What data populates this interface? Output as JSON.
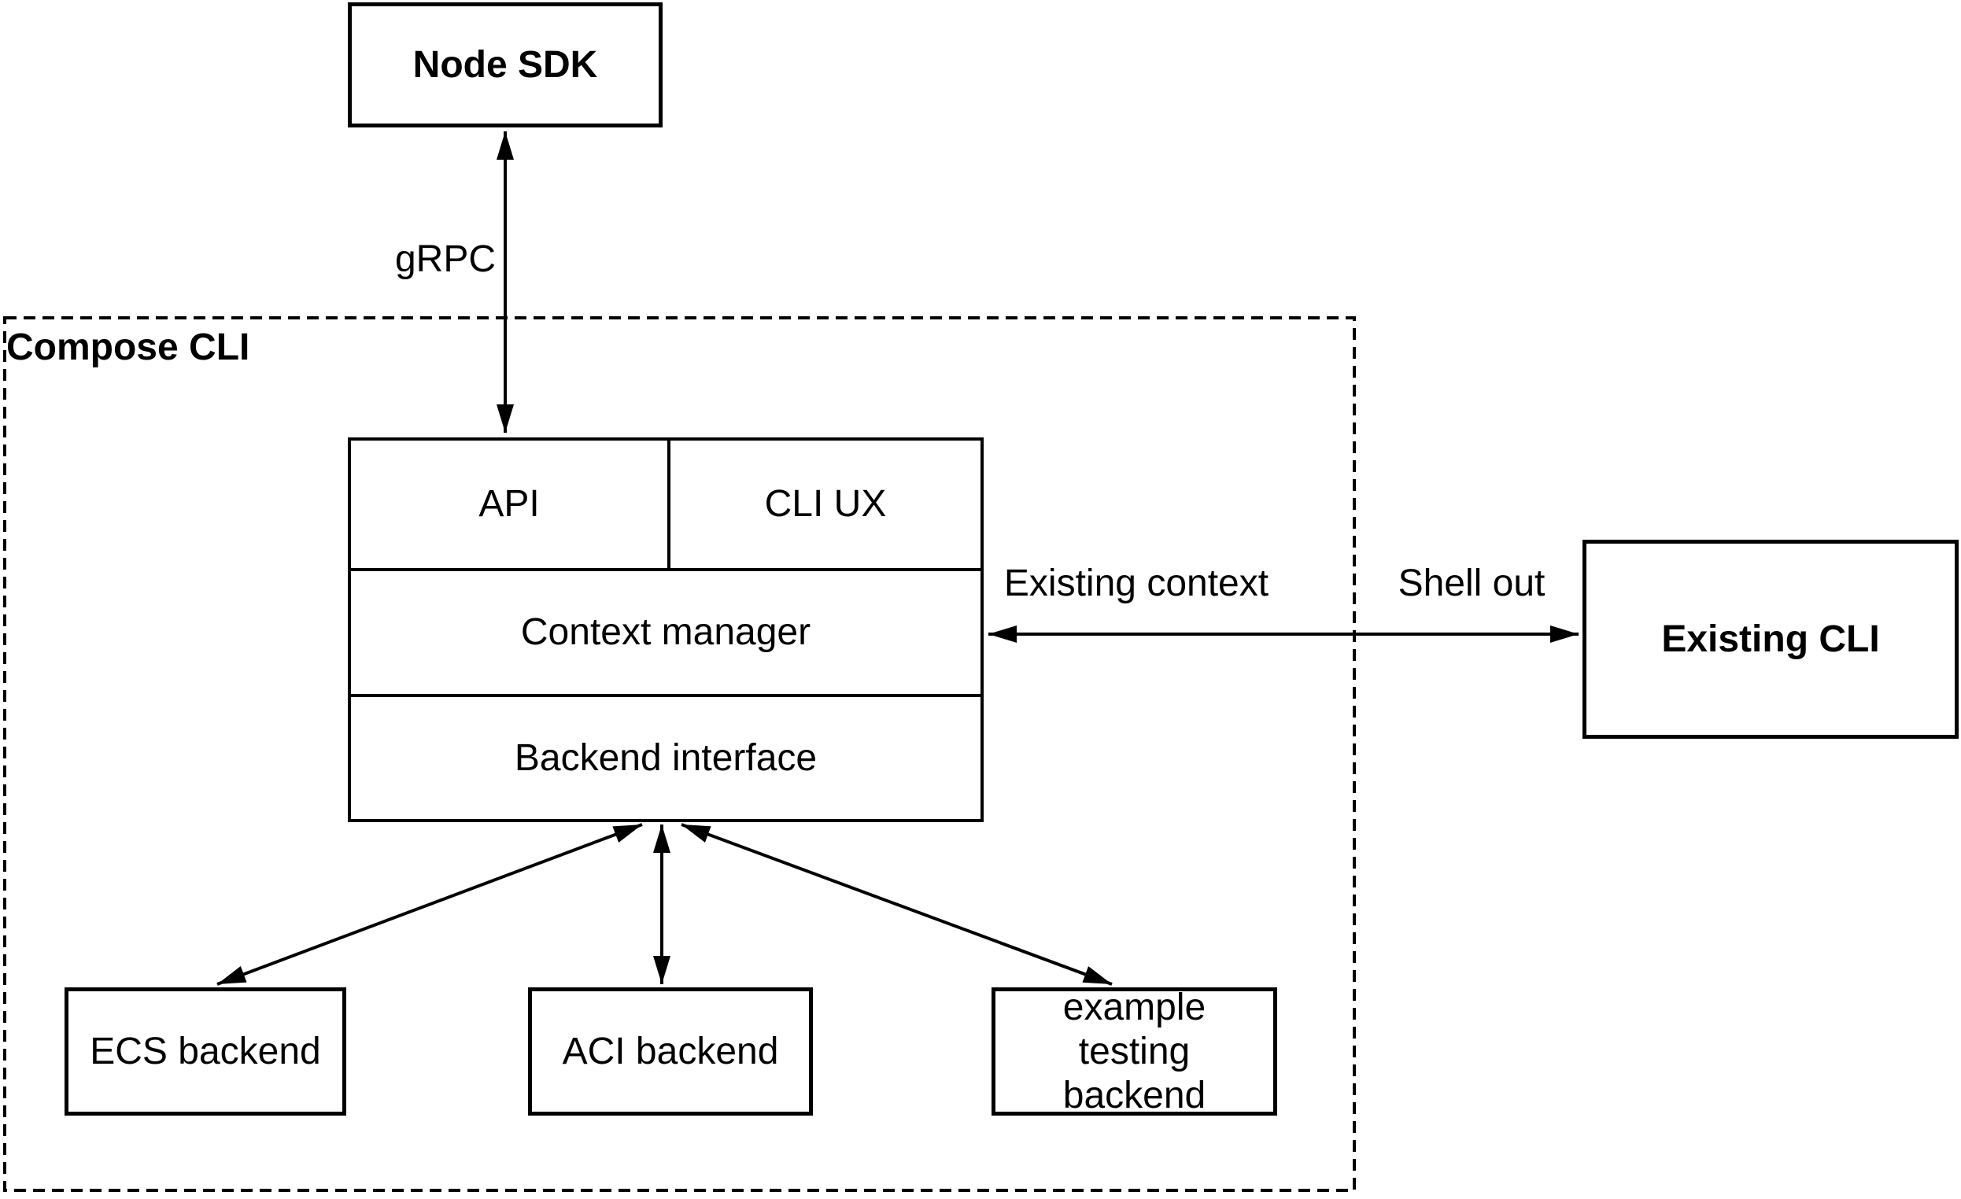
{
  "colors": {
    "stroke": "#000000",
    "background": "#ffffff",
    "text": "#000000"
  },
  "container": {
    "label": "Compose CLI"
  },
  "nodes": {
    "node_sdk": {
      "label": "Node SDK"
    },
    "api": {
      "label": "API"
    },
    "cli_ux": {
      "label": "CLI UX"
    },
    "context_manager": {
      "label": "Context manager"
    },
    "backend_interface": {
      "label": "Backend interface"
    },
    "ecs_backend": {
      "label": "ECS backend"
    },
    "aci_backend": {
      "label": "ACI backend"
    },
    "example_testing_backend": {
      "label": "example testing backend"
    },
    "existing_cli": {
      "label": "Existing CLI"
    }
  },
  "edges": {
    "grpc": {
      "label": "gRPC",
      "style": "double-arrow"
    },
    "existing_context": {
      "label": "Existing context",
      "style": "double-arrow"
    },
    "shell_out": {
      "label": "Shell out",
      "style": "double-arrow"
    },
    "backend_to_ecs": {
      "label": "",
      "style": "double-arrow"
    },
    "backend_to_aci": {
      "label": "",
      "style": "double-arrow"
    },
    "backend_to_example": {
      "label": "",
      "style": "double-arrow"
    }
  }
}
